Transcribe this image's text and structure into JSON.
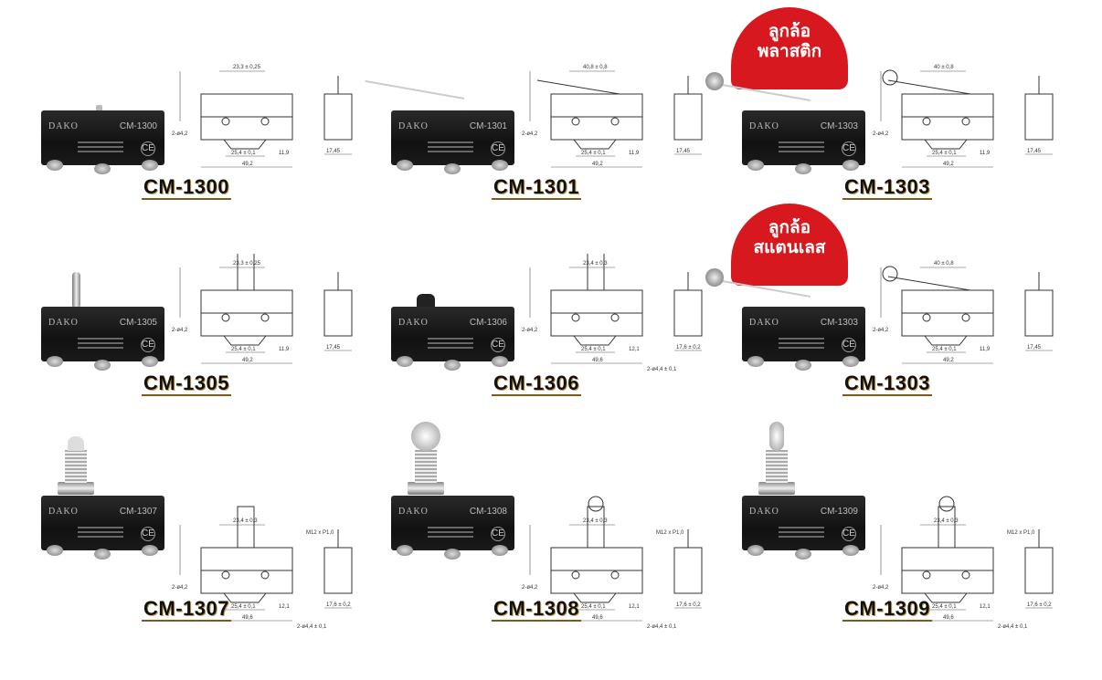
{
  "brand": "DAKO",
  "products": [
    {
      "model": "CM-1300",
      "actuator_icon": "pin-plunger",
      "dims": {
        "top": "23,3 ± 0,25",
        "bottom": "25,4 ± 0,1",
        "width": "49,2",
        "side": "17,45",
        "pos": "11,9"
      }
    },
    {
      "model": "CM-1301",
      "actuator_icon": "hinge-lever",
      "dims": {
        "top": "40,8 ± 0,8",
        "bottom": "25,4 ± 0,1",
        "width": "49,2",
        "side": "17,45",
        "pos": "11,9"
      }
    },
    {
      "model": "CM-1303",
      "actuator_icon": "roller-lever",
      "badge": [
        "ลูกล้อ",
        "พลาสติก"
      ],
      "dims": {
        "top": "40 ± 0,8",
        "bottom": "25,4 ± 0,1",
        "width": "49,2",
        "side": "17,45",
        "pos": "11,9"
      }
    },
    {
      "model": "CM-1305",
      "actuator_icon": "long-pin-plunger",
      "dims": {
        "top": "23,3 ± 0,25",
        "bottom": "25,4 ± 0,1",
        "width": "49,2",
        "side": "17,45",
        "pos": "11,9"
      }
    },
    {
      "model": "CM-1306",
      "actuator_icon": "button-plunger",
      "dims": {
        "top": "23,4 ± 0,3",
        "bottom": "25,4 ± 0,1",
        "width": "49,6",
        "side": "17,6 ± 0,2",
        "pos": "12,1",
        "hole": "2-ø4,4 ± 0,1"
      }
    },
    {
      "model": "CM-1303",
      "actuator_icon": "roller-lever",
      "badge": [
        "ลูกล้อ",
        "สแตนเลส"
      ],
      "dims": {
        "top": "40 ± 0,8",
        "bottom": "25,4 ± 0,1",
        "width": "49,2",
        "side": "17,45",
        "pos": "11,9"
      }
    },
    {
      "model": "CM-1307",
      "actuator_icon": "panel-mount-plunger",
      "dims": {
        "top": "23,4 ± 0,3",
        "bottom": "25,4 ± 0,1",
        "width": "49,6",
        "side": "17,6 ± 0,2",
        "pos": "12,1",
        "hole": "2-ø4,4 ± 0,1",
        "thread": "M12 x P1,0"
      }
    },
    {
      "model": "CM-1308",
      "actuator_icon": "panel-mount-roller",
      "dims": {
        "top": "23,4 ± 0,3",
        "bottom": "25,4 ± 0,1",
        "width": "49,6",
        "side": "17,6 ± 0,2",
        "pos": "12,1",
        "hole": "2-ø4,4 ± 0,1",
        "thread": "M12 x P1,0"
      }
    },
    {
      "model": "CM-1309",
      "actuator_icon": "panel-mount-cross-roller",
      "dims": {
        "top": "23,4 ± 0,3",
        "bottom": "25,4 ± 0,1",
        "width": "49,6",
        "side": "17,6 ± 0,2",
        "pos": "12,1",
        "hole": "2-ø4,4 ± 0,1",
        "thread": "M12 x P1,0"
      }
    }
  ],
  "colors": {
    "badge": "#d7191f",
    "label_underline": "#7a5a1e"
  }
}
